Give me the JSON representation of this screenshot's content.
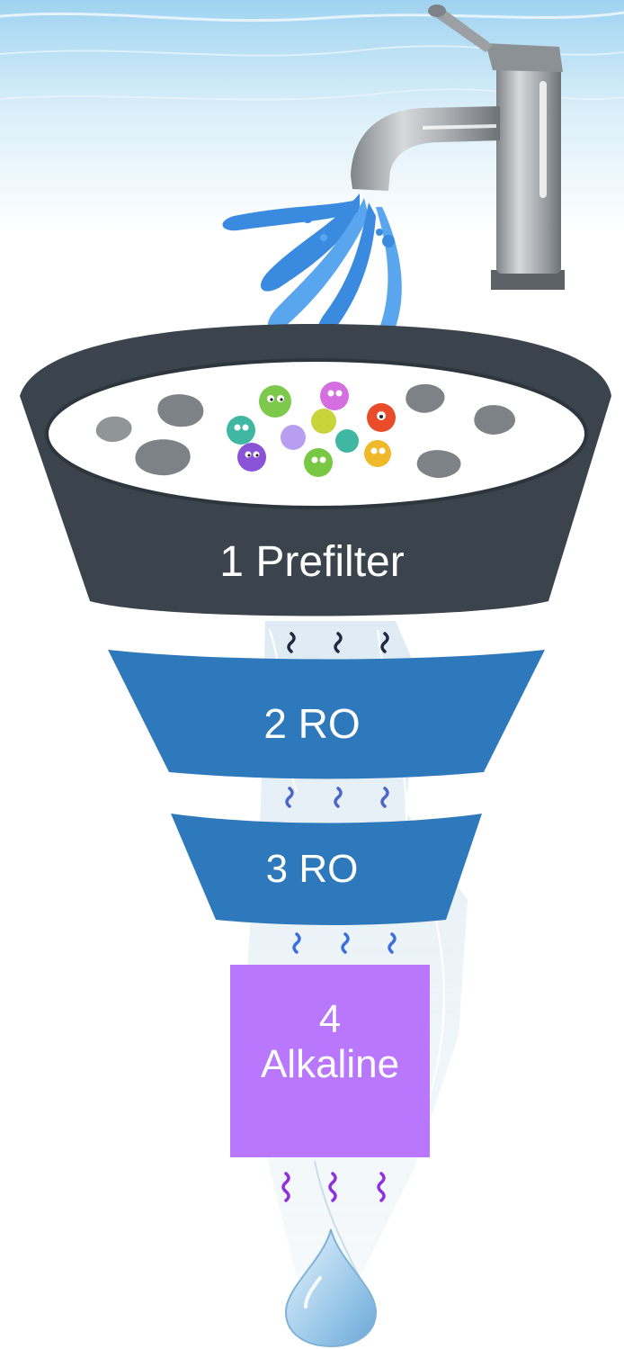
{
  "stages": [
    {
      "label": "1 Prefilter"
    },
    {
      "label": "2 RO"
    },
    {
      "label": "3 RO"
    },
    {
      "label_line1": "4",
      "label_line2": "Alkaline"
    }
  ],
  "colors": {
    "prefilter": "#3b444c",
    "ro": "#2e79bb",
    "alkaline": "#b877fd",
    "water": "#3a8be0",
    "faucet": "#a9adb1"
  },
  "icons": [
    "faucet-icon",
    "water-splash-icon",
    "germ-icon",
    "dirt-particle-icon",
    "water-drop-icon",
    "wave-squiggle-icon"
  ]
}
